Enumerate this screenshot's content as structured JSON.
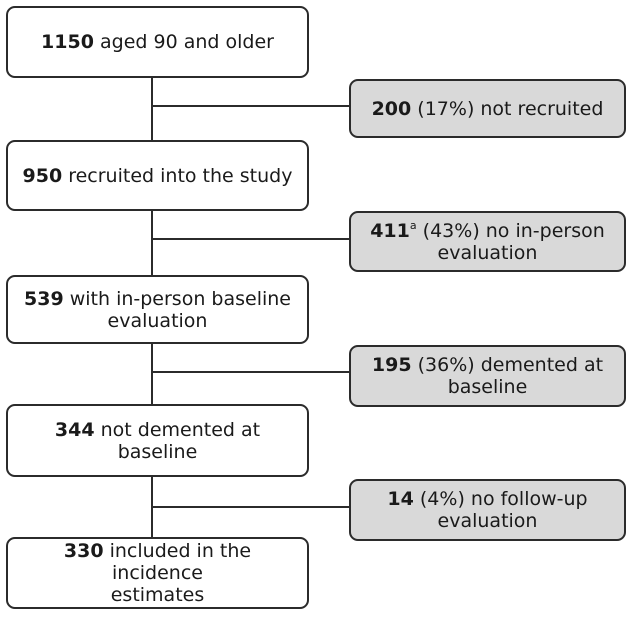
{
  "colors": {
    "box_border": "#2b2b2b",
    "main_box_fill": "#ffffff",
    "side_box_fill": "#d9d9d9",
    "connector": "#2b2b2b"
  },
  "main_boxes": [
    {
      "number": "1150",
      "text": "aged 90 and older",
      "text2": ""
    },
    {
      "number": "950",
      "text": "recruited into the study",
      "text2": ""
    },
    {
      "number": "539",
      "text": "with in-person baseline",
      "text2": "evaluation"
    },
    {
      "number": "344",
      "text": "not demented at",
      "text2": "baseline"
    },
    {
      "number": "330",
      "text": "included in the incidence",
      "text2": "estimates"
    }
  ],
  "side_boxes": [
    {
      "number": "200",
      "superscript": "",
      "text": "(17%) not recruited",
      "text2": ""
    },
    {
      "number": "411",
      "superscript": "a",
      "text": "(43%) no in-person",
      "text2": "evaluation"
    },
    {
      "number": "195",
      "superscript": "",
      "text": "(36%) demented at",
      "text2": "baseline"
    },
    {
      "number": "14",
      "superscript": "",
      "text": "(4%) no follow-up",
      "text2": "evaluation"
    }
  ]
}
